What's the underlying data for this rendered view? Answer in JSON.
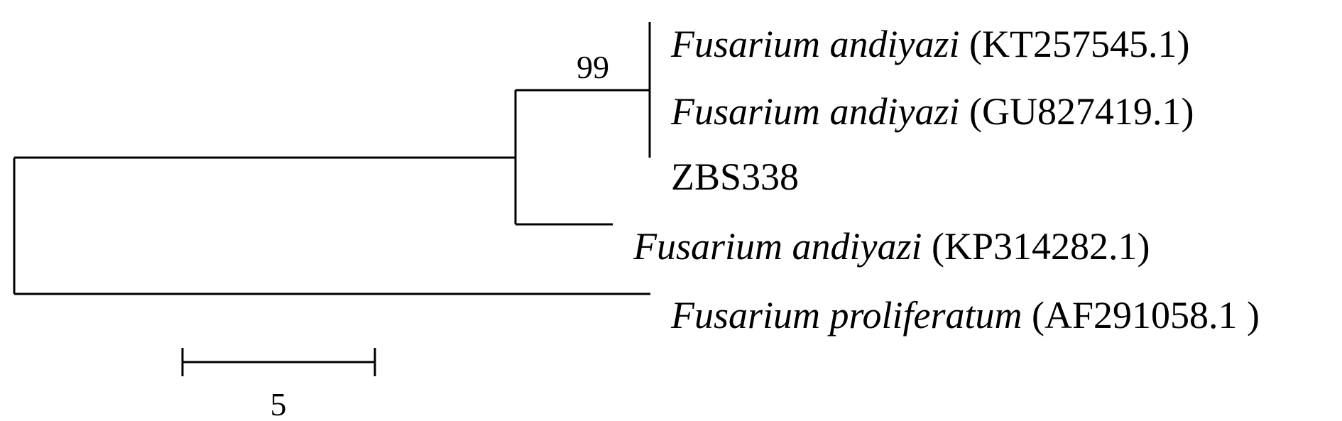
{
  "tree": {
    "taxa": [
      {
        "genus_species": "Fusarium andiyazi",
        "accession": "(KT257545.1)"
      },
      {
        "genus_species": "Fusarium andiyazi",
        "accession": "(GU827419.1)"
      },
      {
        "genus_species": "",
        "accession": "ZBS338"
      },
      {
        "genus_species": "Fusarium andiyazi",
        "accession": "(KP314282.1)"
      },
      {
        "genus_species": "Fusarium proliferatum",
        "accession": "(AF291058.1 )"
      }
    ],
    "bootstrap": "99",
    "scale_bar_label": "5",
    "scale_bar_value": 5
  }
}
